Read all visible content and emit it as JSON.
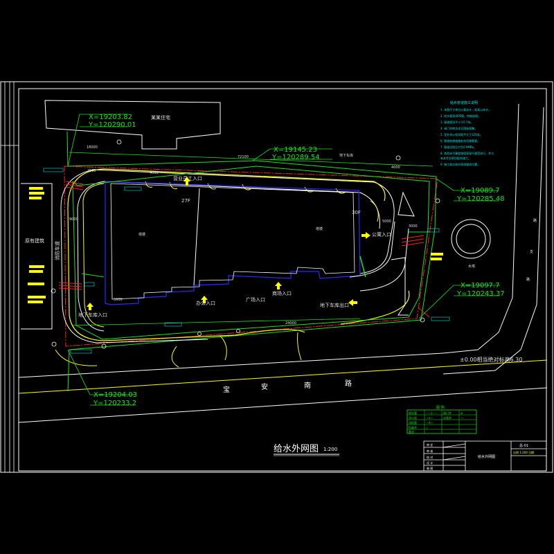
{
  "title": {
    "main": "给水外网图",
    "scale": "1:200"
  },
  "coordinates": {
    "top_left_x": "X=19203.82",
    "top_left_y": "Y=120290.01",
    "top_mid_x": "X=19145.23",
    "top_mid_y": "Y=120289.54",
    "right_upper_x": "X=19089.7",
    "right_upper_y": "Y=120285.48",
    "right_lower_x": "X=19097.7",
    "right_lower_y": "Y=120243.37",
    "bottom_left_x": "X=19204.03",
    "bottom_left_y": "Y=120233.2"
  },
  "floors": {
    "left": "27F",
    "right": "30F"
  },
  "road": {
    "chars": [
      "宝",
      "安",
      "南",
      "路"
    ]
  },
  "elevation_note": "±0.00相当绝对标高6.30",
  "labels": {
    "neighbor_top": "某某住宅",
    "neighbor_left": "原有建筑",
    "tower_left": "塔楼",
    "tower_right": "塔楼",
    "entrance_top": "营业员工入口",
    "entrance_right": "公寓入口",
    "entrance_bottom_left": "地下车库入口",
    "entrance_office": "办公入口",
    "entrance_plaza": "广场入口",
    "entrance_shop": "商场入口",
    "exit_garage": "地下车库出口",
    "underground_top": "地下车库",
    "dist_72100": "72100",
    "dist_18000": "18000",
    "dist_24000": "24000",
    "dist_4000": "4000",
    "fire_road_v": "消防车道",
    "water_tower": "水塔",
    "dim_9000": "9000",
    "dim_5000": "5000",
    "dim_4000b": "4000",
    "dim_5900": "5900",
    "dim_3000": "3000",
    "dim_2500": "2500"
  },
  "notes": {
    "heading": "给水管道施工说明",
    "lines": [
      "1. 本图尺寸单位以毫米计，标高以米计。",
      "2. 给水管采用PE管，热熔连接。",
      "3. 管道埋深不小于0.7米。",
      "4. 阀门井做法详见国标图集。",
      "5. 室外消火栓间距不大于120米。",
      "6. 管道穿越道路处加设钢套管。",
      "7. 管道试验压力为0.9MPa。",
      "8. 其他未尽事宜按国家现行规范执行，并与",
      "   有关专业密切配合施工。",
      "9. 施工前应核对现场管线位置。"
    ]
  },
  "legend": {
    "title": "图 例",
    "rows": [
      [
        "给水管",
        "——J——",
        "阀门井",
        "⊗"
      ],
      [
        "消火栓",
        "—o—",
        "水表井",
        "—"
      ],
      [
        "消防管",
        "—X—",
        "",
        ""
      ],
      [
        "检查井",
        "○",
        "",
        ""
      ],
      [
        "备注",
        "",
        "",
        ""
      ]
    ]
  },
  "titleblock": {
    "sheet_title": "给水外网图",
    "sheet_no": "总-01",
    "rows_left": [
      "审 定",
      "审 核",
      "校 对",
      "设 计",
      "制 图"
    ],
    "right_info": "比例 1:200  日期"
  },
  "colors": {
    "frame": "#ffffff",
    "green": "#19e619",
    "red": "#ff2020",
    "yellow": "#ffff00",
    "blue": "#2a2aff",
    "cyan": "#00e5e5"
  }
}
